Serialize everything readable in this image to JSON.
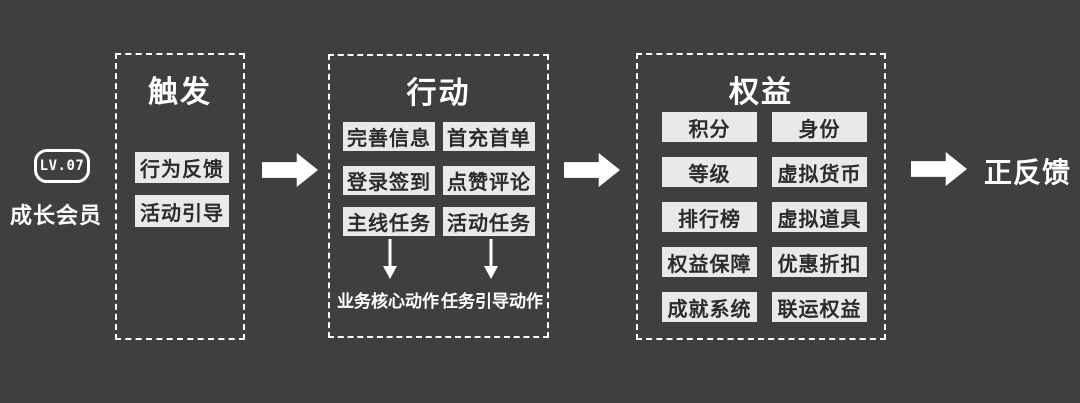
{
  "colors": {
    "background": "#3f3f3f",
    "chip_bg": "#e9e9e9",
    "chip_text": "#2b2b2b",
    "line_and_text": "#ffffff"
  },
  "member": {
    "badge_label": "LV.07",
    "name": "成长会员"
  },
  "stages": [
    {
      "title": "触发",
      "items": [
        "行为反馈",
        "活动引导"
      ]
    },
    {
      "title": "行动",
      "items": [
        [
          "完善信息",
          "首充首单"
        ],
        [
          "登录签到",
          "点赞评论"
        ],
        [
          "主线任务",
          "活动任务"
        ]
      ],
      "footnotes": [
        "业务核心动作",
        "任务引导动作"
      ]
    },
    {
      "title": "权益",
      "items": [
        [
          "积分",
          "身份"
        ],
        [
          "等级",
          "虚拟货币"
        ],
        [
          "排行榜",
          "虚拟道具"
        ],
        [
          "权益保障",
          "优惠折扣"
        ],
        [
          "成就系统",
          "联运权益"
        ]
      ]
    }
  ],
  "result": {
    "label": "正反馈"
  }
}
